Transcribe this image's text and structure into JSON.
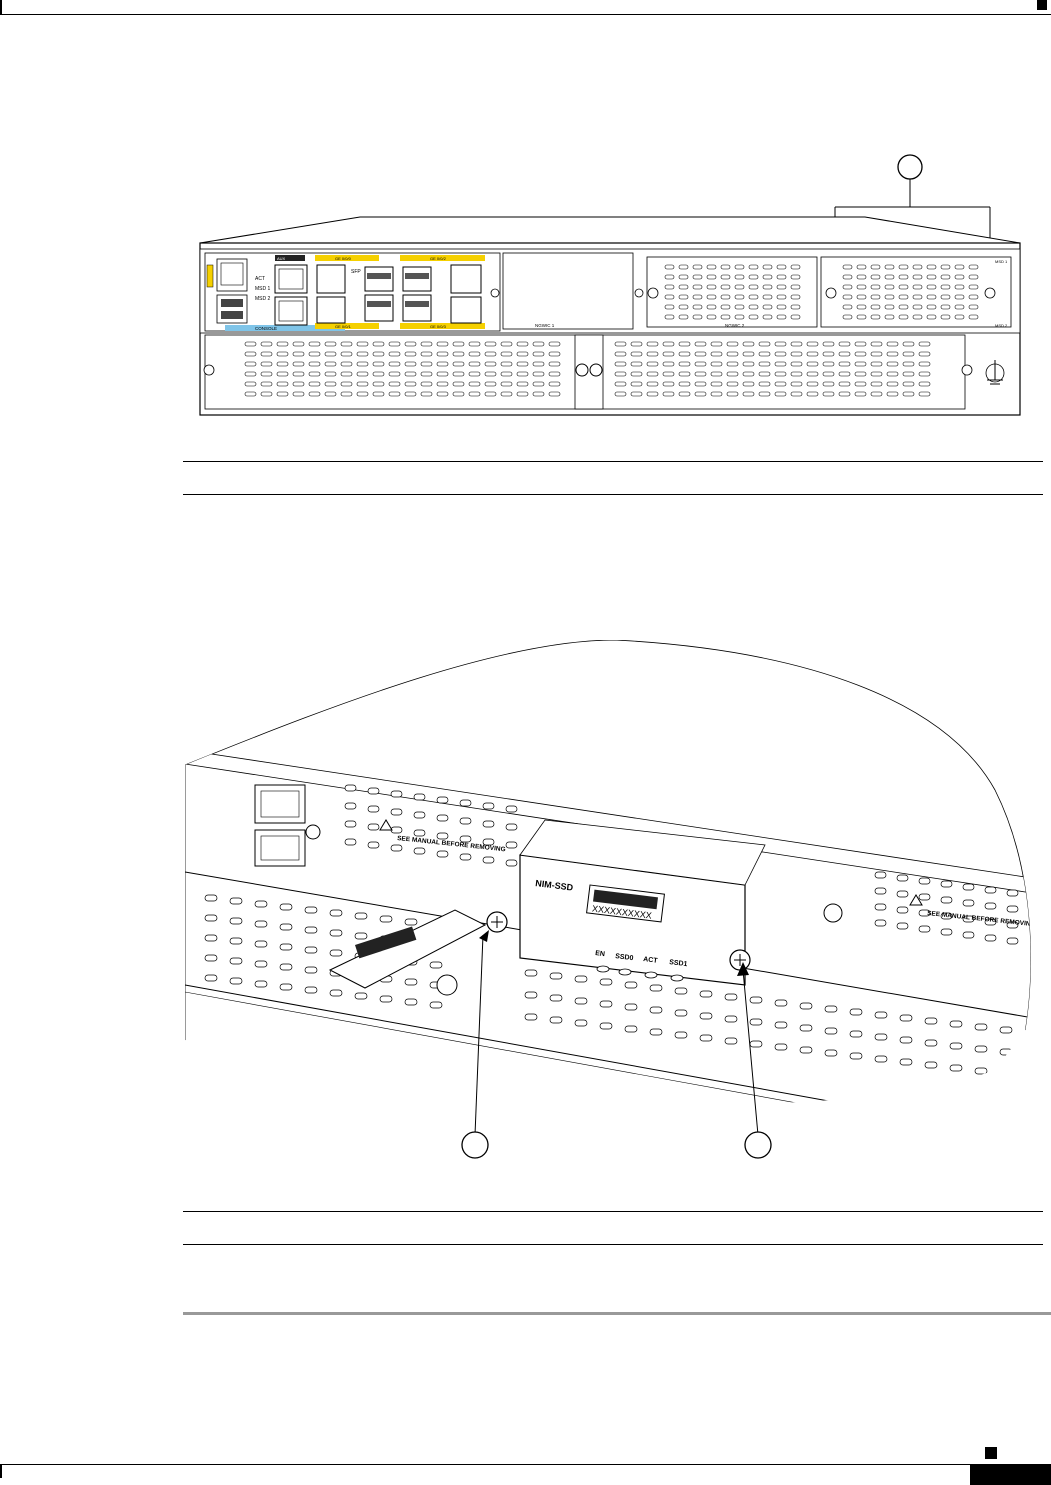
{
  "figure_top": {
    "port_labels": [
      "GE 0/0/0",
      "GE 0/0/1",
      "GE 0/0/2",
      "GE 0/0/3"
    ],
    "slot_labels": [
      "NGWIC 1",
      "NGWIC 2"
    ],
    "module_labels": [
      "MSD 1",
      "MSD 2"
    ],
    "console_labels": [
      "CONSOLE",
      "AUX"
    ],
    "status_labels": [
      "ACT",
      "MSD 1",
      "MSD 2"
    ],
    "sfp_label": "SFP"
  },
  "figure_bottom": {
    "module_name": "NIM-SSD",
    "barcode_text": "XXXXXXXXXX",
    "warning_text": "SEE MANUAL BEFORE REMOVING",
    "led_labels": [
      "EN",
      "SSD0",
      "ACT",
      "SSD1"
    ]
  },
  "colors": {
    "highlight_yellow": "#f5d000",
    "console_blue": "#7fc4e8",
    "line_black": "#000000",
    "hline_grey": "#999999"
  }
}
